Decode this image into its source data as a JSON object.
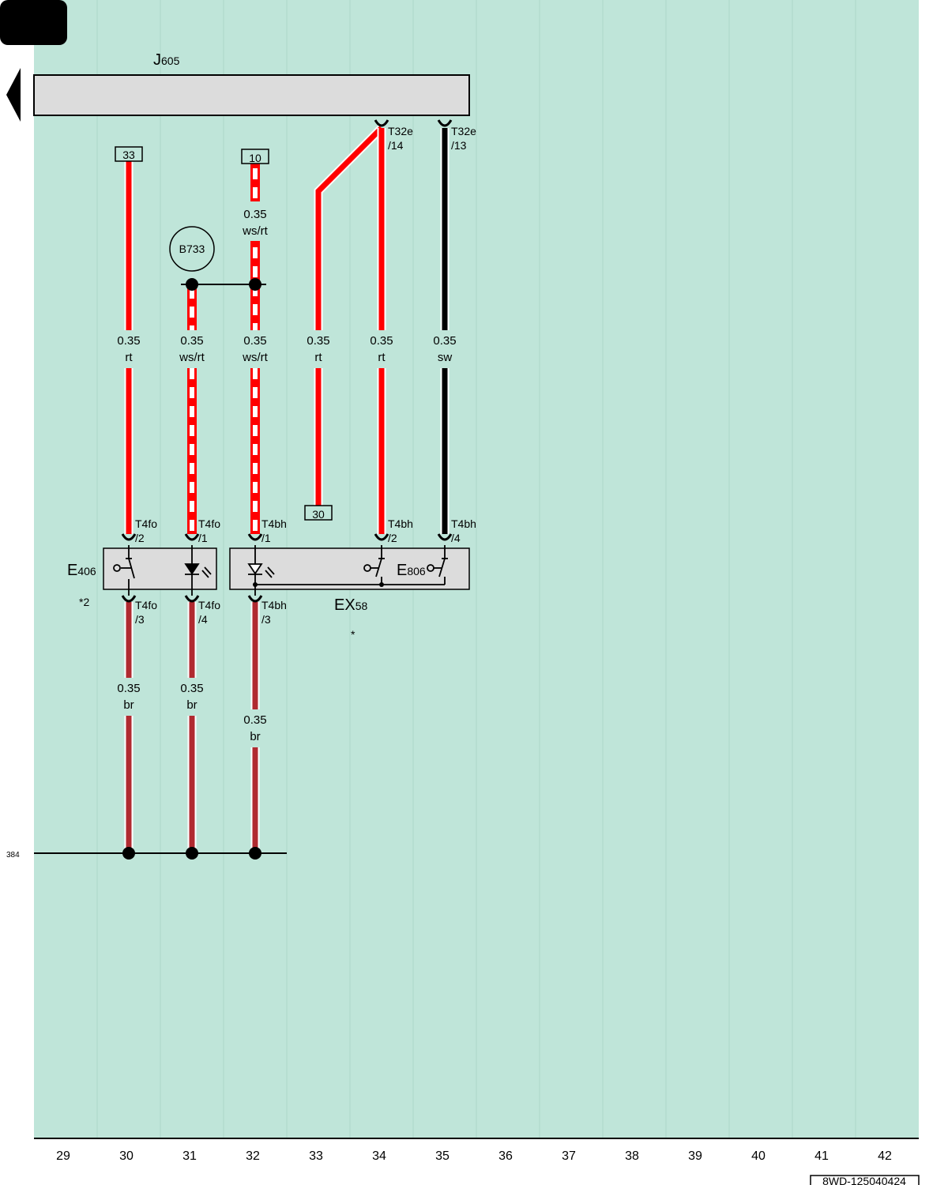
{
  "components": {
    "j605": {
      "main": "J",
      "sub": "605"
    },
    "e406": {
      "main": "E",
      "sub": "406",
      "note": "*2"
    },
    "ex58": {
      "main": "EX",
      "sub": "58",
      "note": "*"
    },
    "e806": {
      "main": "E",
      "sub": "806"
    },
    "b733": "B733"
  },
  "refs": {
    "r33": "33",
    "r10": "10",
    "r30": "30",
    "ground_ref": "384"
  },
  "connectors": {
    "c1_name": "T32e",
    "c1_pin": "/14",
    "c2_name": "T32e",
    "c2_pin": "/13",
    "c3_name": "T4fo",
    "c3_pin": "/2",
    "c4_name": "T4fo",
    "c4_pin": "/1",
    "c5_name": "T4bh",
    "c5_pin": "/1",
    "c6_name": "T4bh",
    "c6_pin": "/2",
    "c7_name": "T4bh",
    "c7_pin": "/4",
    "c8_name": "T4fo",
    "c8_pin": "/3",
    "c9_name": "T4fo",
    "c9_pin": "/4",
    "c10_name": "T4bh",
    "c10_pin": "/3"
  },
  "wires": {
    "w32_top": {
      "size": "0.35",
      "color": "ws/rt"
    },
    "w30": {
      "size": "0.35",
      "color": "rt"
    },
    "w31": {
      "size": "0.35",
      "color": "ws/rt"
    },
    "w32": {
      "size": "0.35",
      "color": "ws/rt"
    },
    "w33": {
      "size": "0.35",
      "color": "rt"
    },
    "w34": {
      "size": "0.35",
      "color": "rt"
    },
    "w35": {
      "size": "0.35",
      "color": "sw"
    },
    "w30_low": {
      "size": "0.35",
      "color": "br"
    },
    "w31_low": {
      "size": "0.35",
      "color": "br"
    },
    "w32_low": {
      "size": "0.35",
      "color": "br"
    }
  },
  "columns": [
    "29",
    "30",
    "31",
    "32",
    "33",
    "34",
    "35",
    "36",
    "37",
    "38",
    "39",
    "40",
    "41",
    "42"
  ],
  "doc_id": "8WD-125040424",
  "colors": {
    "background": "#bfe5d9",
    "red": "#ff0000",
    "brown": "#b02a30",
    "black": "#000000",
    "box": "#dcdcdc"
  }
}
